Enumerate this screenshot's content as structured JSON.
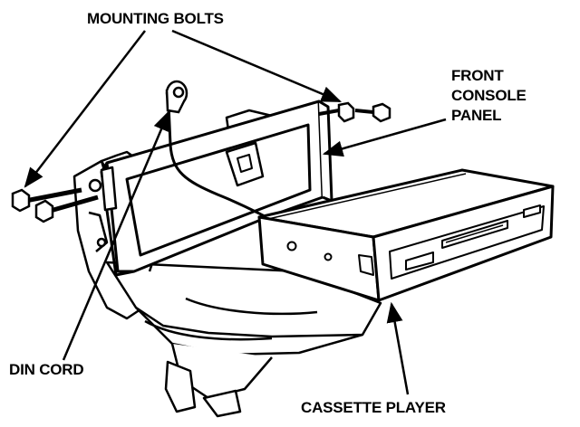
{
  "labels": {
    "mounting_bolts": "MOUNTING BOLTS",
    "front_console_panel": [
      "FRONT",
      "CONSOLE",
      "PANEL"
    ],
    "din_cord": "DIN CORD",
    "cassette_player": "CASSETTE PLAYER"
  },
  "colors": {
    "ink": "#000000",
    "paper": "#ffffff"
  }
}
